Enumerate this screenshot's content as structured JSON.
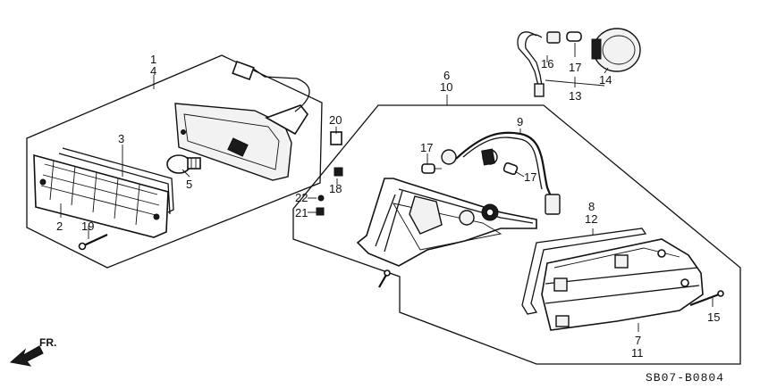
{
  "callouts": {
    "c1": "1",
    "c4": "4",
    "c3": "3",
    "c2": "2",
    "c19": "19",
    "c5": "5",
    "c20": "20",
    "c18": "18",
    "c22": "22",
    "c21": "21",
    "c6": "6",
    "c10": "10",
    "c9": "9",
    "c17a": "17",
    "c17b": "17",
    "c17c": "17",
    "c16": "16",
    "c13": "13",
    "c14": "14",
    "c8": "8",
    "c12": "12",
    "c15": "15",
    "c7": "7",
    "c11": "11"
  },
  "direction_label": "FR.",
  "diagram_code": "SB07-B0804"
}
